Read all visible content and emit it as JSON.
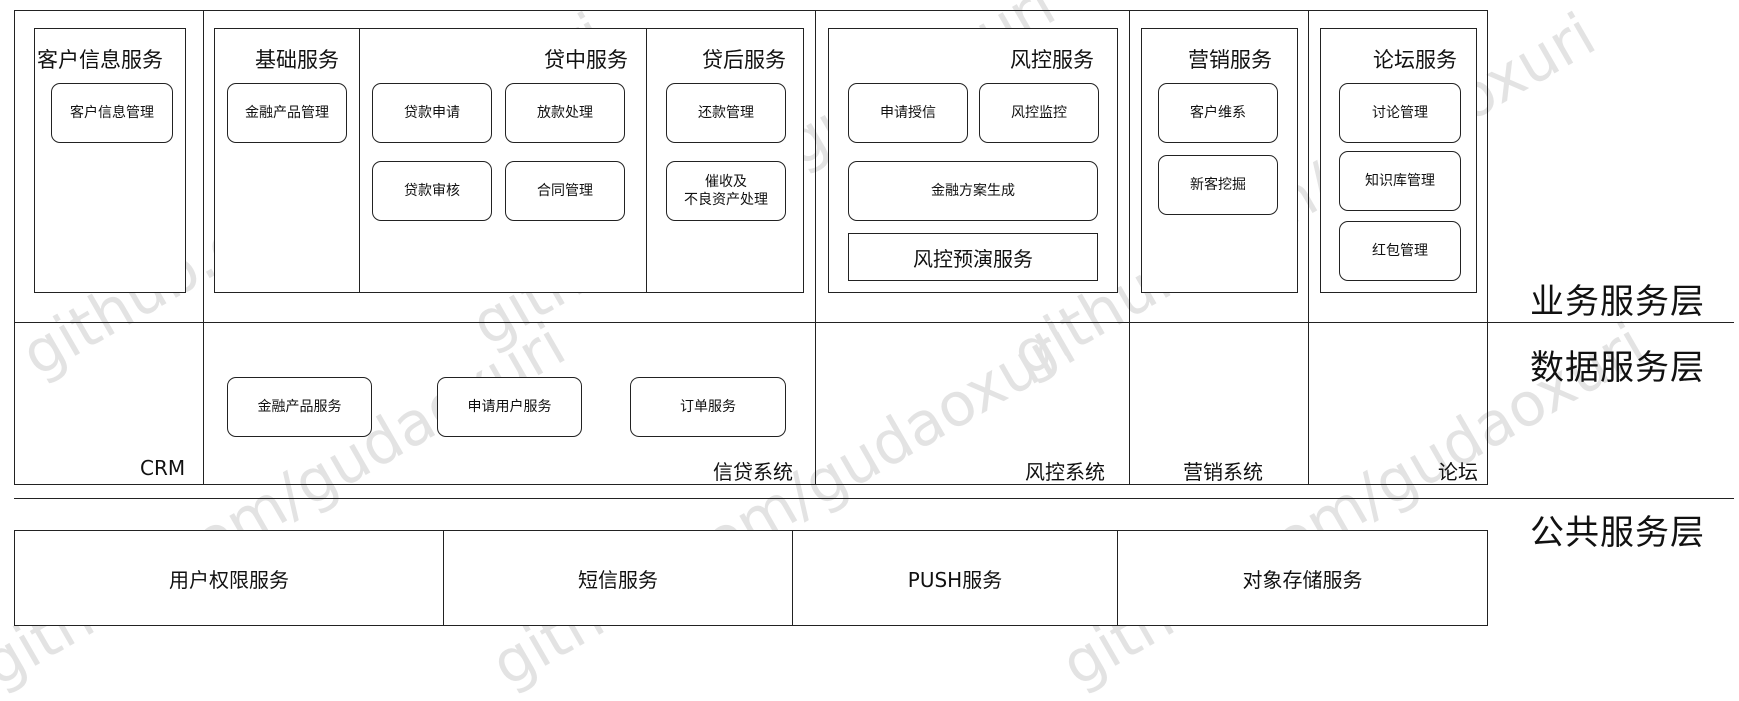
{
  "layers": {
    "business": "业务服务层",
    "data": "数据服务层",
    "public": "公共服务层"
  },
  "systems": {
    "crm": "CRM",
    "credit": "信贷系统",
    "risk": "风控系统",
    "marketing": "营销系统",
    "forum": "论坛"
  },
  "business": {
    "customer_info": {
      "title": "客户信息服务",
      "items": [
        "客户信息管理"
      ]
    },
    "basic": {
      "title": "基础服务",
      "items": [
        "金融产品管理"
      ]
    },
    "in_loan": {
      "title": "贷中服务",
      "items": [
        "贷款申请",
        "放款处理",
        "贷款审核",
        "合同管理"
      ]
    },
    "post_loan": {
      "title": "贷后服务",
      "items": [
        "还款管理",
        "催收及\n不良资产处理"
      ]
    },
    "risk": {
      "title": "风控服务",
      "items": [
        "申请授信",
        "风控监控",
        "金融方案生成"
      ],
      "sub_service": "风控预演服务"
    },
    "marketing": {
      "title": "营销服务",
      "items": [
        "客户维系",
        "新客挖掘"
      ]
    },
    "forum": {
      "title": "论坛服务",
      "items": [
        "讨论管理",
        "知识库管理",
        "红包管理"
      ]
    }
  },
  "data_services": [
    "金融产品服务",
    "申请用户服务",
    "订单服务"
  ],
  "public_services": [
    "用户权限服务",
    "短信服务",
    "PUSH服务",
    "对象存储服务"
  ],
  "watermark": "github.com/gudaoxuri"
}
